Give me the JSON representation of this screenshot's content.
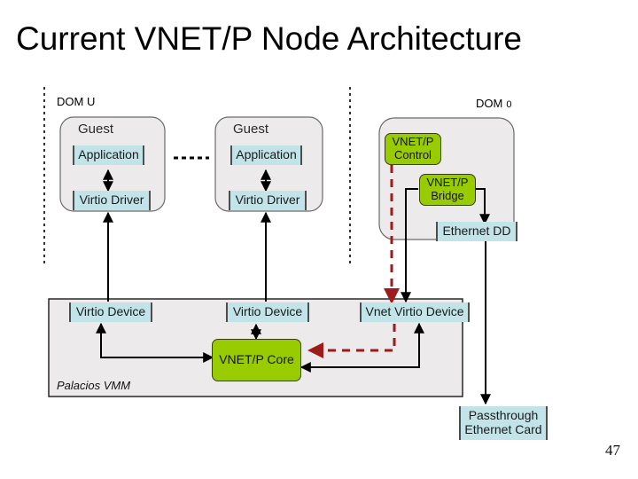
{
  "slide": {
    "title": "Current VNET/P Node Architecture",
    "page_number": "47"
  },
  "diagram": {
    "dom_u_label": "DOM U",
    "dom0_label_main": "DOM",
    "dom0_label_small": "0",
    "guests": [
      {
        "title": "Guest",
        "application": "Application",
        "driver": "Virtio Driver"
      },
      {
        "title": "Guest",
        "application": "Application",
        "driver": "Virtio Driver"
      }
    ],
    "dom0": {
      "control": "VNET/P\nControl",
      "control_line1": "VNET/P",
      "control_line2": "Control",
      "bridge_line1": "VNET/P",
      "bridge_line2": "Bridge",
      "ethernet_dd": "Ethernet DD"
    },
    "vmm": {
      "label": "Palacios VMM",
      "devices": [
        "Virtio Device",
        "Virtio Device",
        "Vnet Virtio Device"
      ],
      "core": "VNET/P Core"
    },
    "passthrough_line1": "Passthrough",
    "passthrough_line2": "Ethernet Card",
    "colors": {
      "green": "#99cc00",
      "light_blue": "#c2e4e8",
      "gray_fill": "#eceaea",
      "control_flow_red": "#9e1b1b",
      "data_flow_black": "#000000"
    }
  }
}
